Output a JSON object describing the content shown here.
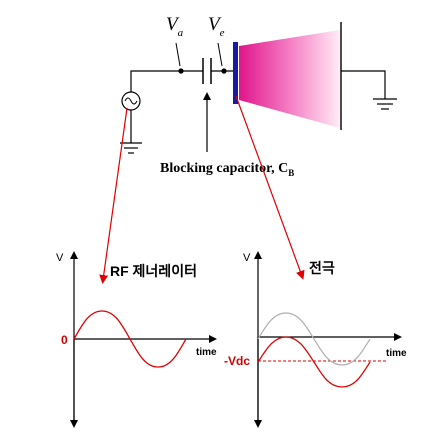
{
  "circuit": {
    "label_va_main": "V",
    "label_va_sub": "a",
    "label_ve_main": "V",
    "label_ve_sub": "e",
    "capacitor_label_main": "Blocking capacitor, C",
    "capacitor_label_sub": "B"
  },
  "left_graph": {
    "y_axis_label": "V",
    "title": "RF 제너레이터",
    "zero_label": "0",
    "x_axis_label": "time"
  },
  "right_graph": {
    "y_axis_label": "V",
    "title": "전극",
    "offset_label": "-Vdc",
    "x_axis_label": "time"
  },
  "colors": {
    "wire": "#000000",
    "electrode": "#1a1aa0",
    "plasma_start": "#e0158c",
    "plasma_end": "#ffe6f4",
    "annotation": "#e00000",
    "reference_wave": "#b0b0b0",
    "label_red": "#d00000"
  }
}
